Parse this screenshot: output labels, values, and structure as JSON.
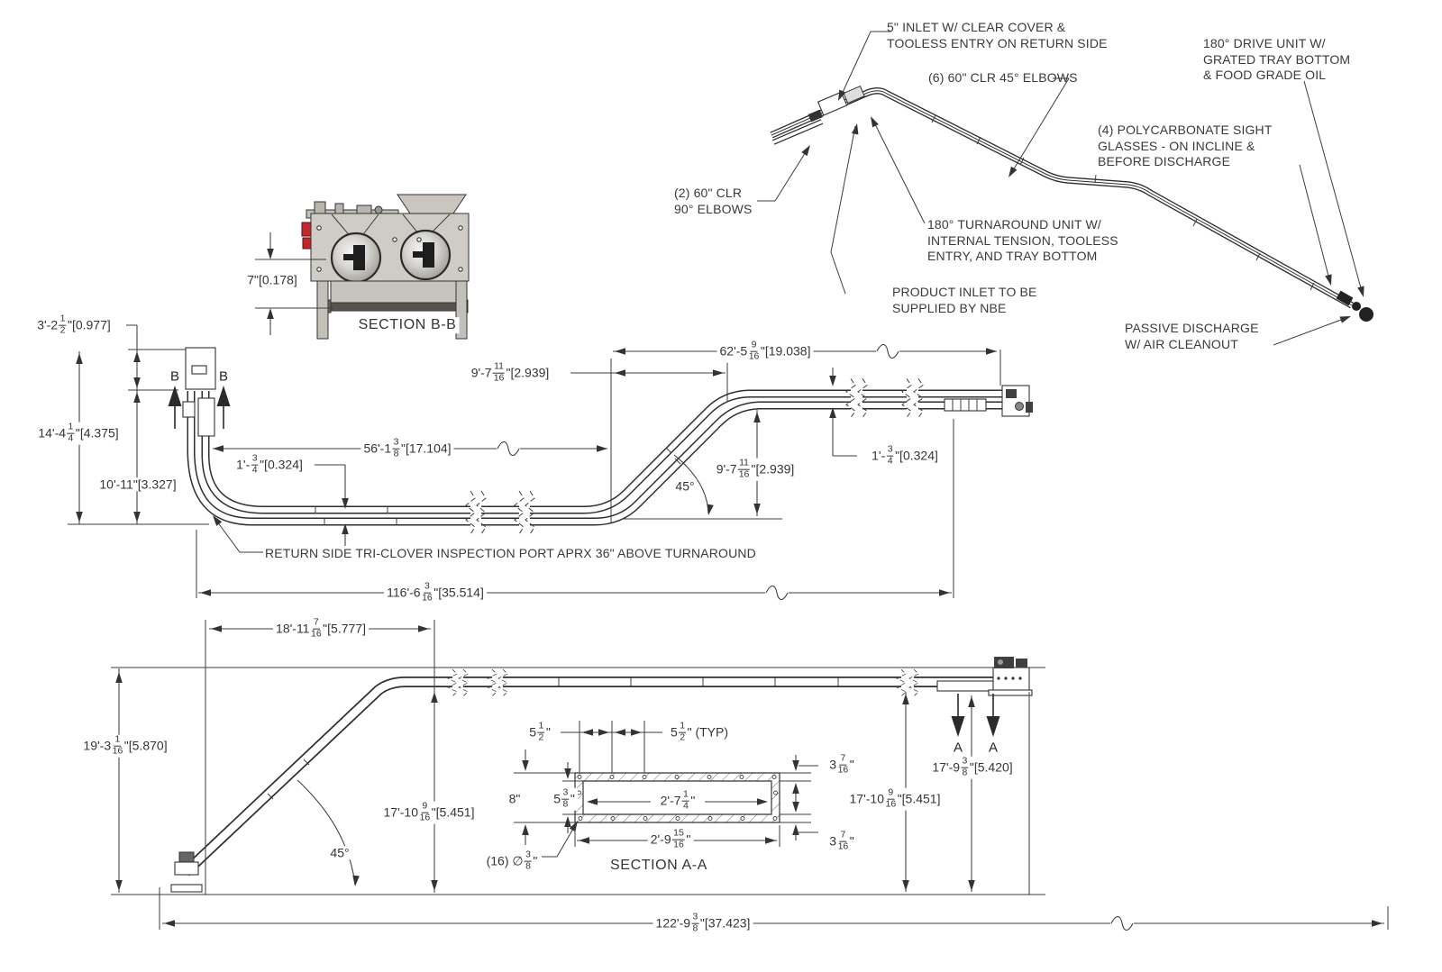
{
  "callouts": {
    "inlet5": "5\" INLET W/ CLEAR COVER &\nTOOLESS ENTRY ON RETURN SIDE",
    "elbows45": "(6) 60\" CLR 45° ELBOWS",
    "drive": "180° DRIVE UNIT W/\nGRATED TRAY BOTTOM\n& FOOD GRADE OIL",
    "sight": "(4) POLYCARBONATE SIGHT\nGLASSES - ON INCLINE &\nBEFORE DISCHARGE",
    "elbows90": "(2) 60\" CLR\n90° ELBOWS",
    "turnaround": "180° TURNAROUND UNIT W/\nINTERNAL TENSION, TOOLESS\nENTRY, AND TRAY BOTTOM",
    "product_inlet": "PRODUCT INLET TO BE\nSUPPLIED BY NBE",
    "passive": "PASSIVE DISCHARGE\nW/ AIR CLEANOUT",
    "tri_clover": "RETURN SIDE TRI-CLOVER INSPECTION PORT APRX 36\" ABOVE  TURNAROUND"
  },
  "views": {
    "section_bb": "SECTION B-B",
    "section_aa": "SECTION A-A",
    "cut_b": "B",
    "cut_a": "A"
  },
  "dims": {
    "h_3_2_half": {
      "pre": "3'-2",
      "num": "1",
      "den": "2",
      "suf": "\"[0.977]"
    },
    "h_14_4": {
      "pre": "14'-4",
      "num": "1",
      "den": "4",
      "suf": "\"[4.375]"
    },
    "h_10_11": {
      "text": "10'-11\"[3.327]"
    },
    "gap_left": {
      "pre": "1'-",
      "num": "3",
      "den": "4",
      "suf": "\"[0.324]"
    },
    "run_56": {
      "pre": "56'-1",
      "num": "3",
      "den": "8",
      "suf": "\"[17.104]"
    },
    "run_9_7h": {
      "pre": "9'-7",
      "num": "11",
      "den": "16",
      "suf": "\"[2.939]"
    },
    "run_62": {
      "pre": "62'-5",
      "num": "9",
      "den": "16",
      "suf": "\"[19.038]"
    },
    "rise_9_7": {
      "pre": "9'-7",
      "num": "11",
      "den": "16",
      "suf": "\"[2.939]"
    },
    "angle_mid": {
      "text": "45°"
    },
    "gap_right": {
      "pre": "1'-",
      "num": "3",
      "den": "4",
      "suf": "\"[0.324]"
    },
    "sec_7": {
      "text": "7\"[0.178]"
    },
    "total_116": {
      "pre": "116'-6",
      "num": "3",
      "den": "16",
      "suf": "\"[35.514]"
    },
    "run_18": {
      "pre": "18'-11",
      "num": "7",
      "den": "16",
      "suf": "\"[5.777]"
    },
    "h_19_3": {
      "pre": "19'-3",
      "num": "1",
      "den": "16",
      "suf": "\"[5.870]"
    },
    "h_17_10_l": {
      "pre": "17'-10",
      "num": "9",
      "den": "16",
      "suf": "\"[5.451]"
    },
    "angle_bot": {
      "text": "45°"
    },
    "h_17_9": {
      "pre": "17'-9",
      "num": "3",
      "den": "8",
      "suf": "\"[5.420]"
    },
    "h_17_10_r": {
      "pre": "17'-10",
      "num": "9",
      "den": "16",
      "suf": "\"[5.451]"
    },
    "aa_5_l": {
      "pre": "5",
      "num": "1",
      "den": "2",
      "suf": "\""
    },
    "aa_5_r": {
      "pre": "5",
      "num": "1",
      "den": "2",
      "suf": "\" (TYP)"
    },
    "aa_8": {
      "text": "8\""
    },
    "aa_5_38": {
      "pre": "5",
      "num": "3",
      "den": "8",
      "suf": "\""
    },
    "aa_2_7": {
      "pre": "2'-7",
      "num": "1",
      "den": "4",
      "suf": "\""
    },
    "aa_2_9": {
      "pre": "2'-9",
      "num": "15",
      "den": "16",
      "suf": "\""
    },
    "aa_3716_t": {
      "pre": "3",
      "num": "7",
      "den": "16",
      "suf": "\""
    },
    "aa_3716_b": {
      "pre": "3",
      "num": "7",
      "den": "16",
      "suf": "\""
    },
    "aa_holes": {
      "pre": "(16) ∅",
      "num": "3",
      "den": "8",
      "suf": "\""
    },
    "total_122": {
      "pre": "122'-9",
      "num": "3",
      "den": "8",
      "suf": "\"[37.423]"
    }
  }
}
